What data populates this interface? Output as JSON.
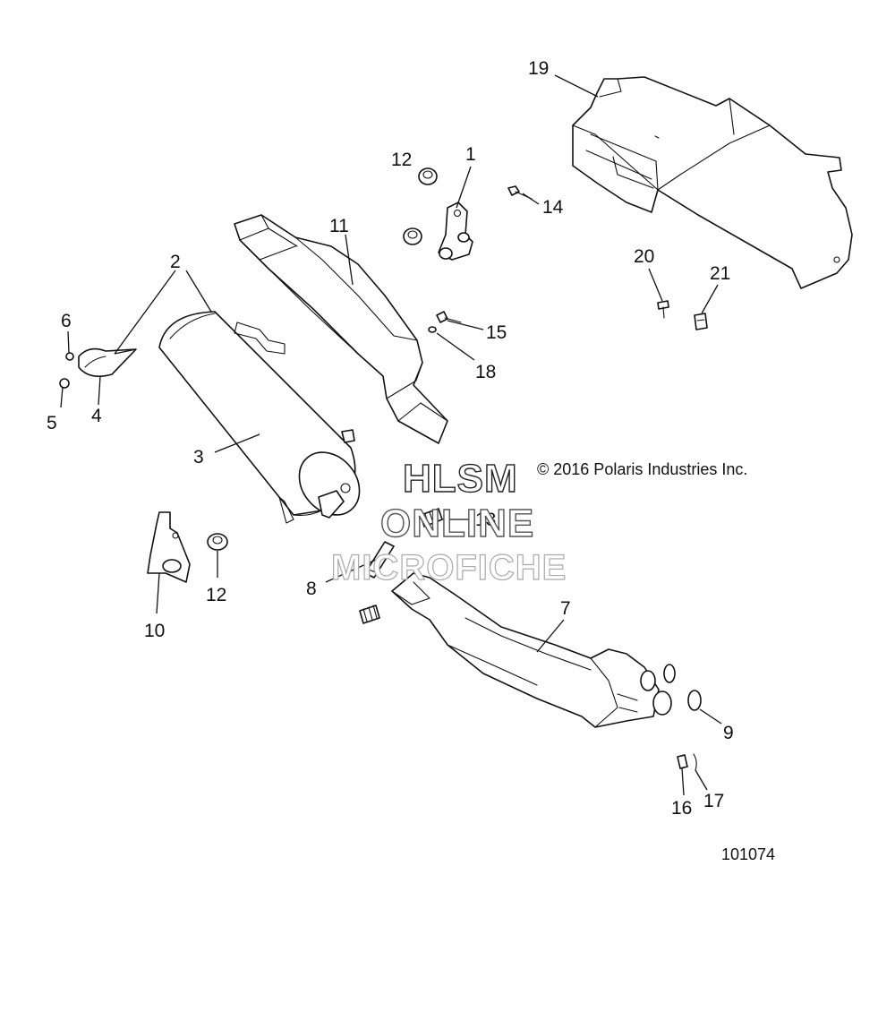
{
  "callouts": [
    {
      "id": "c19",
      "text": "19"
    },
    {
      "id": "c12a",
      "text": "12"
    },
    {
      "id": "c1",
      "text": "1"
    },
    {
      "id": "c14",
      "text": "14"
    },
    {
      "id": "c11",
      "text": "11"
    },
    {
      "id": "c2",
      "text": "2"
    },
    {
      "id": "c6",
      "text": "6"
    },
    {
      "id": "c5",
      "text": "5"
    },
    {
      "id": "c4",
      "text": "4"
    },
    {
      "id": "c20",
      "text": "20"
    },
    {
      "id": "c21",
      "text": "21"
    },
    {
      "id": "c15",
      "text": "15"
    },
    {
      "id": "c18",
      "text": "18"
    },
    {
      "id": "c3",
      "text": "3"
    },
    {
      "id": "c13",
      "text": "13"
    },
    {
      "id": "c8",
      "text": "8"
    },
    {
      "id": "c12b",
      "text": "12"
    },
    {
      "id": "c10",
      "text": "10"
    },
    {
      "id": "c7",
      "text": "7"
    },
    {
      "id": "c9",
      "text": "9"
    },
    {
      "id": "c16",
      "text": "16"
    },
    {
      "id": "c17",
      "text": "17"
    }
  ],
  "copyright": "© 2016 Polaris Industries Inc.",
  "figure_id": "101074",
  "watermark": {
    "line1": "HLSM",
    "line2": "ONLINE",
    "line3": "MICROFICHE"
  }
}
